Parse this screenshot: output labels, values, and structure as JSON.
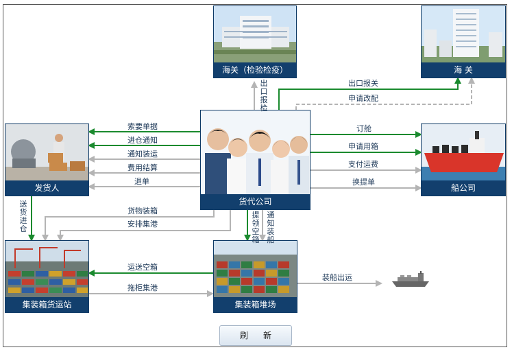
{
  "nodes": {
    "customs_inspection": "海关（检验检疫）",
    "customs": "海 关",
    "shipper": "发货人",
    "forwarder": "货代公司",
    "shipping_company": "船公司",
    "container_station": "集装箱货运站",
    "container_yard": "集装箱堆场"
  },
  "arrows": {
    "export_inspection": "出口报检",
    "export_declaration": "出口报关",
    "apply_modify": "申请改配",
    "request_documents": "索要单据",
    "warehouse_notice": "进仓通知",
    "loading_notice": "通知装运",
    "fee_settlement": "费用结算",
    "return_docs": "退单",
    "booking": "订舱",
    "apply_container": "申请用箱",
    "pay_freight": "支付运费",
    "exchange_bl": "换提单",
    "deliver_warehouse": "送货进仓",
    "cargo_packing": "货物装箱",
    "arrange_port": "安排集港",
    "pickup_container": "提领空箱",
    "notify_loading": "通知装船",
    "transport_empty": "运送空箱",
    "tow_port": "拖柜集港",
    "ship_out": "装船出运"
  },
  "refresh_label": "刷新",
  "colors": {
    "green": "#1a8a2e",
    "gray": "#b4b4b4",
    "navy": "#123f6d"
  }
}
